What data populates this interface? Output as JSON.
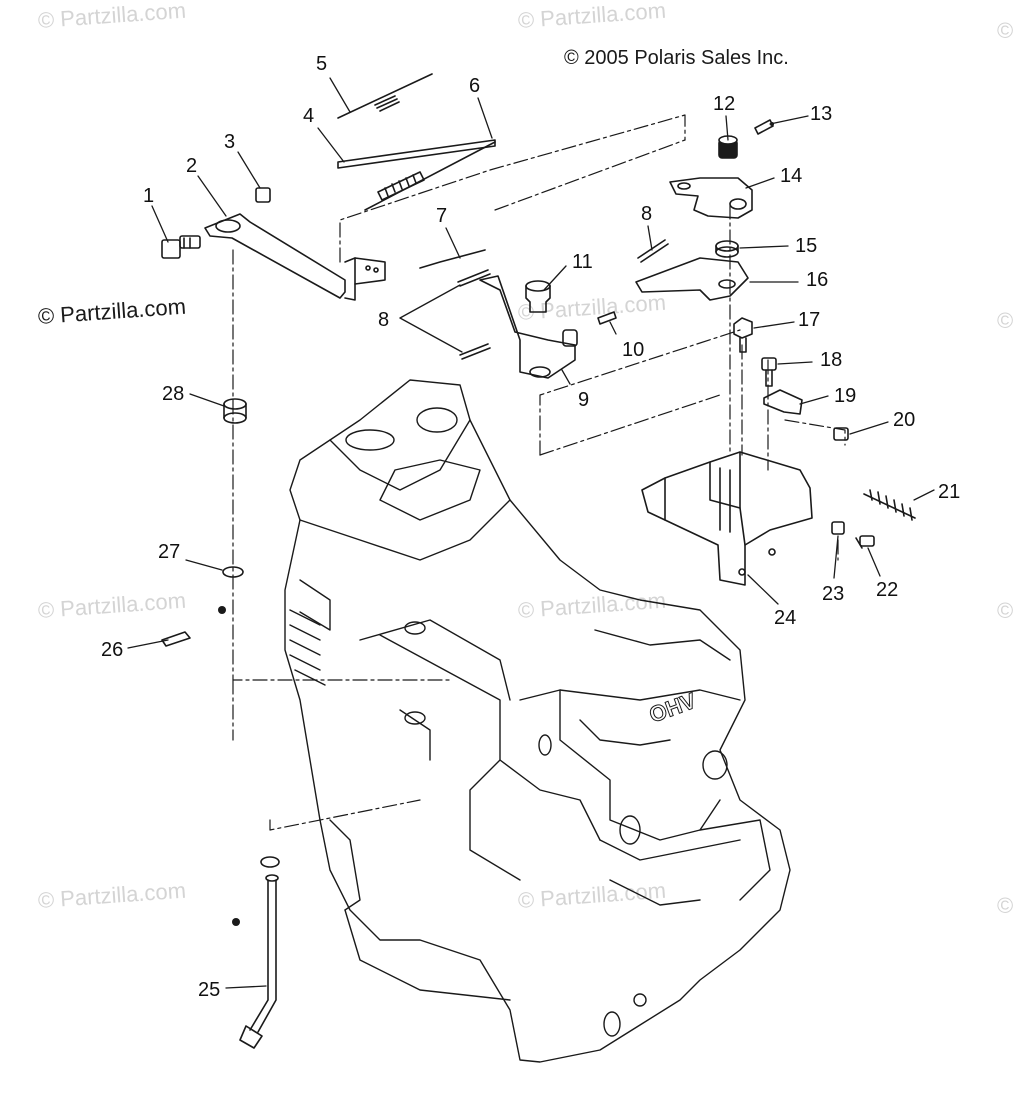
{
  "copyright": "© 2005 Polaris Sales Inc.",
  "watermark_main": "© Partzilla.com",
  "watermark_faint": "© Partzilla.com",
  "watermark_edge": "©",
  "engine_badge": "OHV",
  "callouts": [
    {
      "id": "1",
      "label": "1"
    },
    {
      "id": "2",
      "label": "2"
    },
    {
      "id": "3",
      "label": "3"
    },
    {
      "id": "4",
      "label": "4"
    },
    {
      "id": "5",
      "label": "5"
    },
    {
      "id": "6",
      "label": "6"
    },
    {
      "id": "7",
      "label": "7"
    },
    {
      "id": "8a",
      "label": "8"
    },
    {
      "id": "8b",
      "label": "8"
    },
    {
      "id": "9",
      "label": "9"
    },
    {
      "id": "10",
      "label": "10"
    },
    {
      "id": "11",
      "label": "11"
    },
    {
      "id": "12",
      "label": "12"
    },
    {
      "id": "13",
      "label": "13"
    },
    {
      "id": "14",
      "label": "14"
    },
    {
      "id": "15",
      "label": "15"
    },
    {
      "id": "16",
      "label": "16"
    },
    {
      "id": "17",
      "label": "17"
    },
    {
      "id": "18",
      "label": "18"
    },
    {
      "id": "19",
      "label": "19"
    },
    {
      "id": "20",
      "label": "20"
    },
    {
      "id": "21",
      "label": "21"
    },
    {
      "id": "22",
      "label": "22"
    },
    {
      "id": "23",
      "label": "23"
    },
    {
      "id": "24",
      "label": "24"
    },
    {
      "id": "25",
      "label": "25"
    },
    {
      "id": "26",
      "label": "26"
    },
    {
      "id": "27",
      "label": "27"
    },
    {
      "id": "28",
      "label": "28"
    }
  ],
  "colors": {
    "line": "#1a1a1a",
    "watermark": "#d4d4d4",
    "background": "#ffffff"
  }
}
